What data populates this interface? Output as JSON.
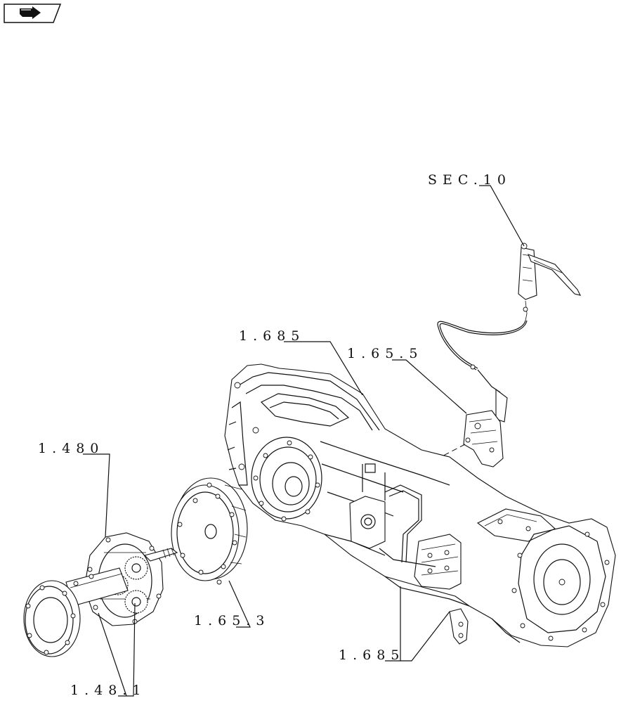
{
  "callouts": [
    {
      "id": "sec10",
      "text": "SEC.10"
    },
    {
      "id": "c1685a",
      "text": "1.685"
    },
    {
      "id": "c1655",
      "text": "1.65.5"
    },
    {
      "id": "c1480",
      "text": "1.480"
    },
    {
      "id": "c1653",
      "text": "1.65.3"
    },
    {
      "id": "c1685b",
      "text": "1.685"
    },
    {
      "id": "c1481",
      "text": "1.48.1"
    }
  ],
  "nav": {
    "icon": "next-page-arrow-icon"
  }
}
